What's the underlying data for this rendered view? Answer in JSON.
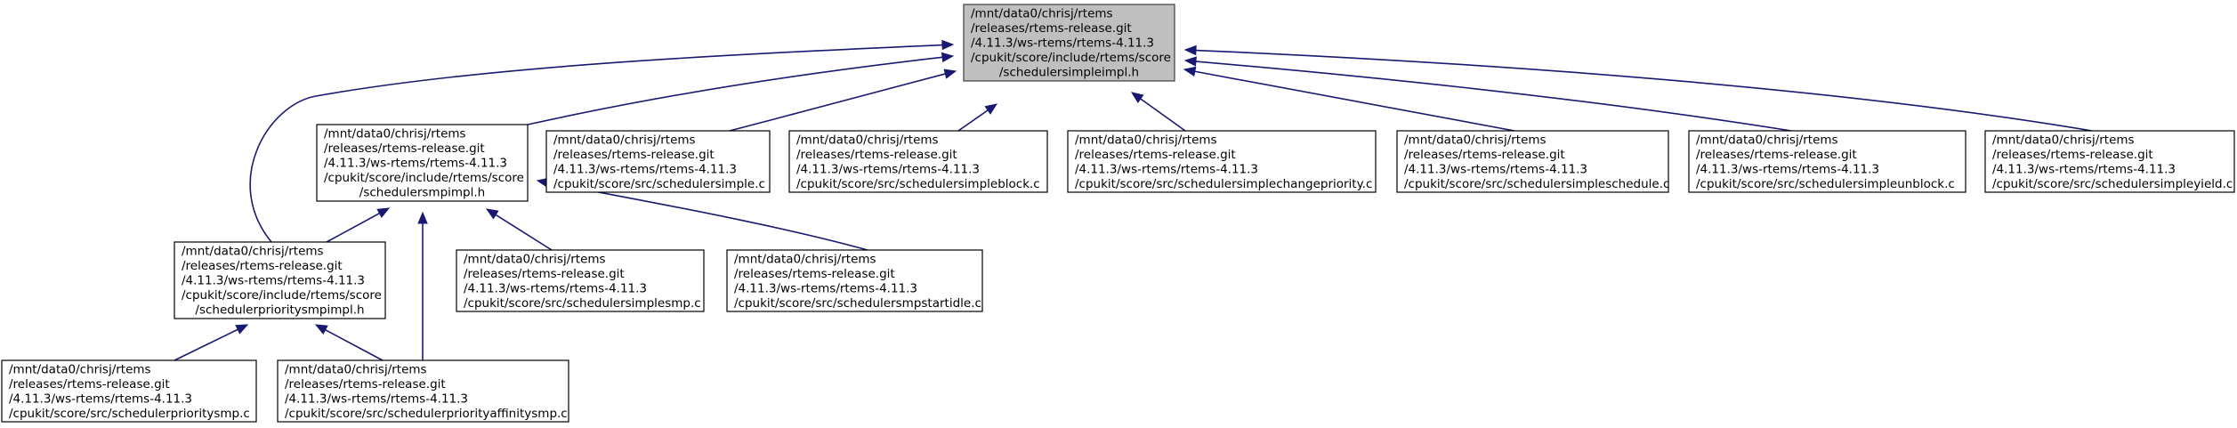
{
  "colors": {
    "edge": "#191970",
    "node_border": "#000000",
    "root_fill": "#bfbfbf",
    "root_border": "#404040",
    "background": "#ffffff"
  },
  "nodes": [
    {
      "id": "root",
      "root": true,
      "lines": [
        "/mnt/data0/chrisj/rtems",
        "/releases/rtems-release.git",
        "/4.11.3/ws-rtems/rtems-4.11.3",
        "/cpukit/score/include/rtems/score",
        "/schedulersimpleimpl.h"
      ]
    },
    {
      "id": "smpimpl",
      "lines": [
        "/mnt/data0/chrisj/rtems",
        "/releases/rtems-release.git",
        "/4.11.3/ws-rtems/rtems-4.11.3",
        "/cpukit/score/include/rtems/score",
        "/schedulersmpimpl.h"
      ]
    },
    {
      "id": "simple_c",
      "lines": [
        "/mnt/data0/chrisj/rtems",
        "/releases/rtems-release.git",
        "/4.11.3/ws-rtems/rtems-4.11.3",
        "/cpukit/score/src/schedulersimple.c"
      ]
    },
    {
      "id": "simpleblock_c",
      "lines": [
        "/mnt/data0/chrisj/rtems",
        "/releases/rtems-release.git",
        "/4.11.3/ws-rtems/rtems-4.11.3",
        "/cpukit/score/src/schedulersimpleblock.c"
      ]
    },
    {
      "id": "simplechangepriority_c",
      "lines": [
        "/mnt/data0/chrisj/rtems",
        "/releases/rtems-release.git",
        "/4.11.3/ws-rtems/rtems-4.11.3",
        "/cpukit/score/src/schedulersimplechangepriority.c"
      ]
    },
    {
      "id": "simpleschedule_c",
      "lines": [
        "/mnt/data0/chrisj/rtems",
        "/releases/rtems-release.git",
        "/4.11.3/ws-rtems/rtems-4.11.3",
        "/cpukit/score/src/schedulersimpleschedule.c"
      ]
    },
    {
      "id": "simpleunblock_c",
      "lines": [
        "/mnt/data0/chrisj/rtems",
        "/releases/rtems-release.git",
        "/4.11.3/ws-rtems/rtems-4.11.3",
        "/cpukit/score/src/schedulersimpleunblock.c"
      ]
    },
    {
      "id": "simpleyield_c",
      "lines": [
        "/mnt/data0/chrisj/rtems",
        "/releases/rtems-release.git",
        "/4.11.3/ws-rtems/rtems-4.11.3",
        "/cpukit/score/src/schedulersimpleyield.c"
      ]
    },
    {
      "id": "prioritysmpimpl",
      "lines": [
        "/mnt/data0/chrisj/rtems",
        "/releases/rtems-release.git",
        "/4.11.3/ws-rtems/rtems-4.11.3",
        "/cpukit/score/include/rtems/score",
        "/schedulerprioritysmpimpl.h"
      ]
    },
    {
      "id": "simplesmp_c",
      "lines": [
        "/mnt/data0/chrisj/rtems",
        "/releases/rtems-release.git",
        "/4.11.3/ws-rtems/rtems-4.11.3",
        "/cpukit/score/src/schedulersimplesmp.c"
      ]
    },
    {
      "id": "smpstartidle_c",
      "lines": [
        "/mnt/data0/chrisj/rtems",
        "/releases/rtems-release.git",
        "/4.11.3/ws-rtems/rtems-4.11.3",
        "/cpukit/score/src/schedulersmpstartidle.c"
      ]
    },
    {
      "id": "prioritysmp_c",
      "lines": [
        "/mnt/data0/chrisj/rtems",
        "/releases/rtems-release.git",
        "/4.11.3/ws-rtems/rtems-4.11.3",
        "/cpukit/score/src/schedulerprioritysmp.c"
      ]
    },
    {
      "id": "priorityaffinitysmp_c",
      "lines": [
        "/mnt/data0/chrisj/rtems",
        "/releases/rtems-release.git",
        "/4.11.3/ws-rtems/rtems-4.11.3",
        "/cpukit/score/src/schedulerpriorityaffinitysmp.c"
      ]
    }
  ],
  "edges": [
    {
      "from": "smpimpl",
      "to": "root"
    },
    {
      "from": "simple_c",
      "to": "root"
    },
    {
      "from": "simpleblock_c",
      "to": "root"
    },
    {
      "from": "simplechangepriority_c",
      "to": "root"
    },
    {
      "from": "simpleschedule_c",
      "to": "root"
    },
    {
      "from": "simpleunblock_c",
      "to": "root"
    },
    {
      "from": "simpleyield_c",
      "to": "root"
    },
    {
      "from": "prioritysmpimpl",
      "to": "root"
    },
    {
      "from": "prioritysmpimpl",
      "to": "smpimpl"
    },
    {
      "from": "simplesmp_c",
      "to": "smpimpl"
    },
    {
      "from": "smpstartidle_c",
      "to": "smpimpl"
    },
    {
      "from": "priorityaffinitysmp_c",
      "to": "smpimpl"
    },
    {
      "from": "prioritysmp_c",
      "to": "prioritysmpimpl"
    },
    {
      "from": "priorityaffinitysmp_c",
      "to": "prioritysmpimpl"
    }
  ]
}
